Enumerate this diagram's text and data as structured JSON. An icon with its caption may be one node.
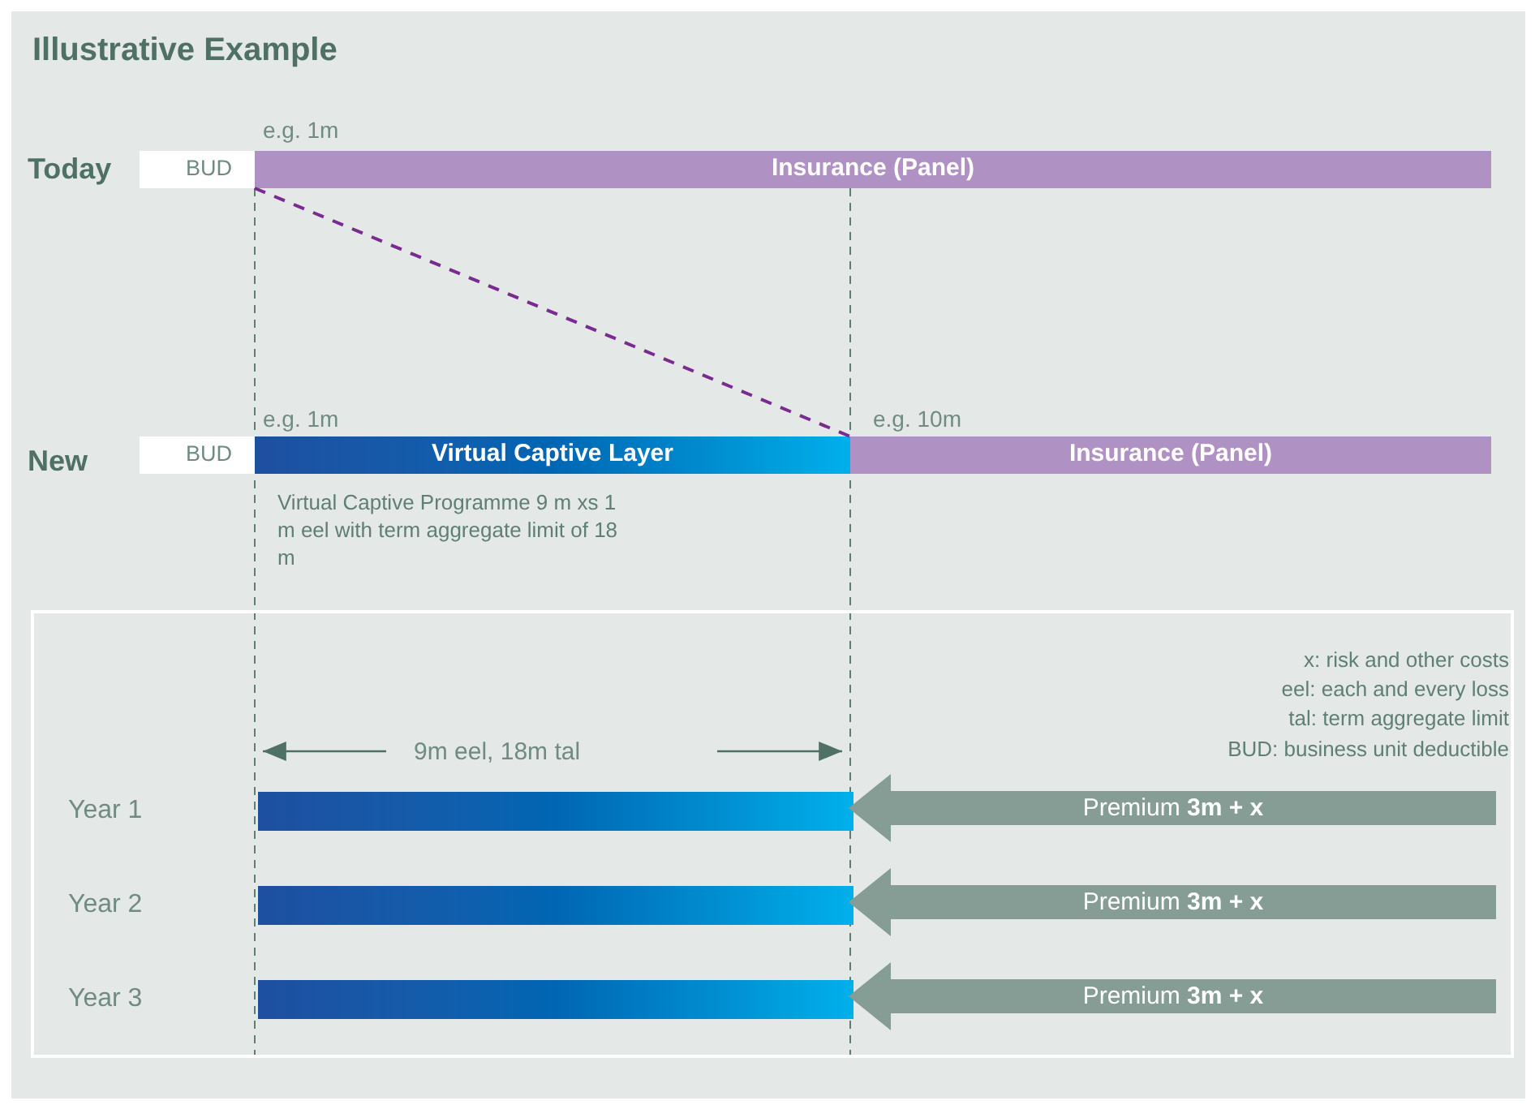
{
  "diagram": {
    "title": "Illustrative Example",
    "nodes": [
      {
        "text": [
          "BUD"
        ]
      },
      {
        "text": [
          "Insurance (Panel)"
        ]
      },
      {
        "text": [
          "BUD"
        ]
      },
      {
        "text": [
          "Virtual Captive Layer"
        ]
      },
      {
        "text": [
          "Insurance (Panel)"
        ]
      },
      {
        "text": [],
        "shape": "box"
      },
      {
        "text": [],
        "shape": "bar",
        "in": 5
      },
      {
        "text": [],
        "shape": "bar",
        "in": 5
      },
      {
        "text": [],
        "shape": "bar",
        "in": 5
      }
    ],
    "edges": [
      {
        "from": 1,
        "to": 4,
        "arrow": "none",
        "style": "dashed",
        "color": "#7a2a90"
      },
      {
        "from": null,
        "to": 6,
        "arrow": "to",
        "label": "Premium **3m + x**"
      },
      {
        "from": null,
        "to": 7,
        "arrow": "to",
        "label": "Premium **3m + x**"
      },
      {
        "from": null,
        "to": 8,
        "arrow": "to",
        "label": "Premium **3m + x**"
      }
    ],
    "labels": [
      "e.g. 1m",
      "Today",
      "e.g. 1m",
      "e.g. 10m",
      "New",
      "Virtual Captive Programme 9 m xs 1 m eel with term aggregate limit of 18 m",
      "x: risk and other costs",
      "eel: each and every loss",
      "tal: term aggregate limit",
      "BUD: business unit deductible",
      "9m eel, 18m tal",
      "Year 1",
      "Year 2",
      "Year 3"
    ]
  }
}
